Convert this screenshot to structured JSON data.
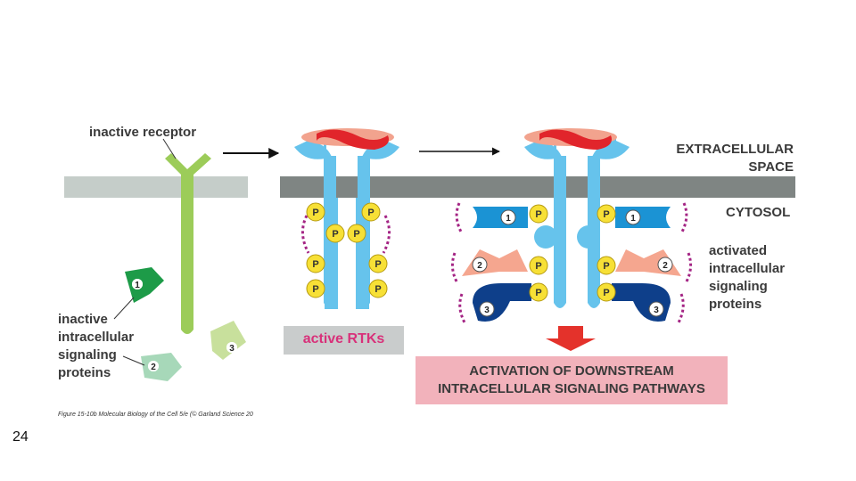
{
  "labels": {
    "inactive_receptor": "inactive receptor",
    "extracellular_line1": "EXTRACELLULAR",
    "extracellular_line2": "SPACE",
    "cytosol": "CYTOSOL",
    "activated_proteins": [
      "activated",
      "intracellular",
      "signaling",
      "proteins"
    ],
    "inactive_proteins": [
      "inactive",
      "intracellular",
      "signaling",
      "proteins"
    ],
    "active_rtks": "active RTKs",
    "downstream_line1": "ACTIVATION OF DOWNSTREAM",
    "downstream_line2": "INTRACELLULAR SIGNALING PATHWAYS"
  },
  "phospho_label": "P",
  "protein_numbers": [
    "1",
    "2",
    "3"
  ],
  "caption": "Figure 15-10b Molecular Biology of the Cell 5/e (© Garland Science 20",
  "slide_number": "24",
  "colors": {
    "membrane_light": "#c5cdc9",
    "membrane_dark": "#7f8583",
    "receptor_inactive": "#9ccc59",
    "receptor_active": "#66c3ec",
    "ligand_red": "#e1252b",
    "ligand_pink": "#f2a38e",
    "phospho_yellow": "#f7e036",
    "protein1": "#1b93d4",
    "protein2": "#f5a68f",
    "protein3": "#0e3f8a",
    "inactive_p1": "#1d9b48",
    "inactive_p2": "#a7d8b9",
    "inactive_p3": "#c8e09c",
    "dash_purple": "#a42484",
    "rtk_box": "#c9cccc",
    "rtk_text": "#d8317a",
    "downstream_box": "#f2b2bb",
    "arrow_red": "#e4322b"
  }
}
